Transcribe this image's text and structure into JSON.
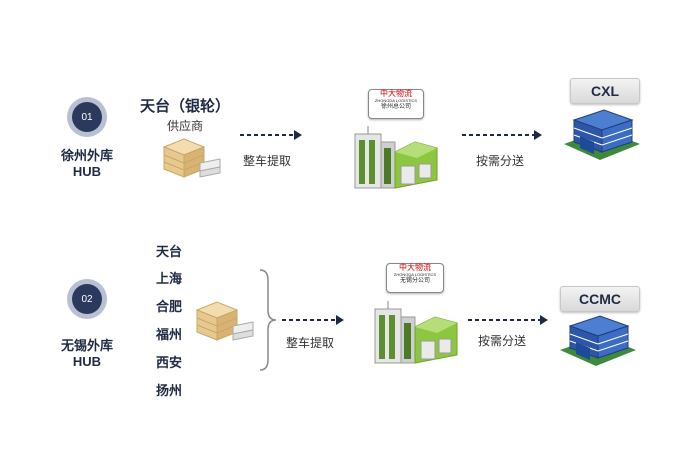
{
  "row1": {
    "badge": "01",
    "hub_name": "徐州外库",
    "hub_sub": "HUB",
    "supplier_name": "天台（银轮）",
    "supplier_sub": "供应商",
    "step1": "整车提取",
    "logistics_sign_brand": "中大物流",
    "logistics_sign_en": "ZHONGDA LOGISTICS",
    "logistics_sign_branch": "徐州总公司",
    "step2": "按需分送",
    "customer": "CXL"
  },
  "row2": {
    "badge": "02",
    "hub_name": "无锡外库",
    "hub_sub": "HUB",
    "cities": [
      "天台",
      "上海",
      "合肥",
      "福州",
      "西安",
      "扬州"
    ],
    "step1": "整车提取",
    "logistics_sign_brand": "中大物流",
    "logistics_sign_en": "ZHONGDA LOGISTICS",
    "logistics_sign_branch": "无锡分公司",
    "step2": "按需分送",
    "customer": "CCMC"
  },
  "colors": {
    "navy": "#2b3a5c",
    "ring": "#b9c0d3",
    "green": "#8dc63f",
    "arrow": "#1f2a44"
  },
  "icons": [
    "warehouse-box-icon",
    "logistics-building-icon",
    "factory-icon",
    "dashed-arrow-icon",
    "brace-icon"
  ]
}
